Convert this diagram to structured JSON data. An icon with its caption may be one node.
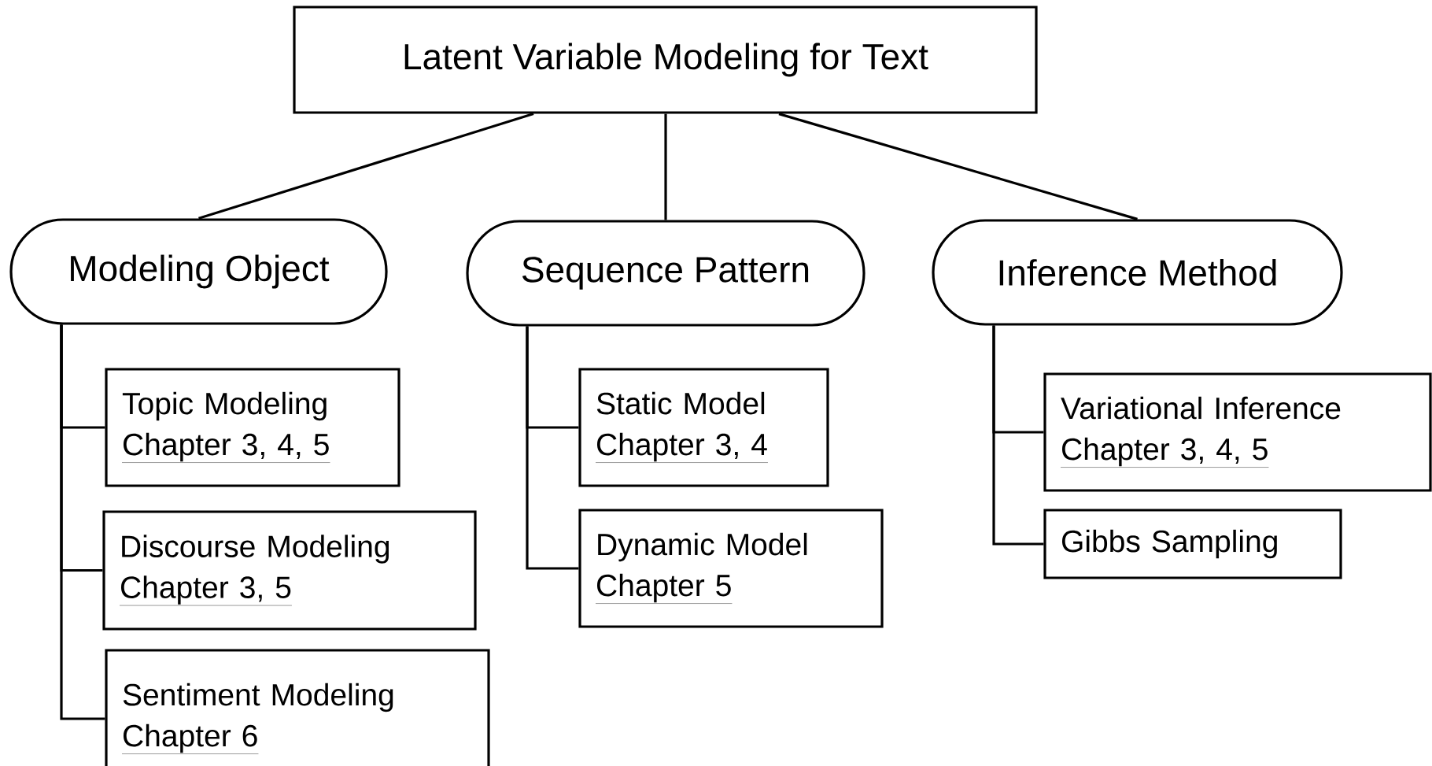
{
  "diagram": {
    "nodes": [
      {
        "text": [
          "Latent Variable Modeling for Text"
        ]
      },
      {
        "text": [
          "Modeling Object"
        ]
      },
      {
        "text": [
          "Sequence Pattern"
        ]
      },
      {
        "text": [
          "Inference Method"
        ]
      },
      {
        "text": [
          "Topic Modeling",
          "Chapter 3, 4, 5"
        ]
      },
      {
        "text": [
          "Discourse Modeling",
          "Chapter 3, 5"
        ]
      },
      {
        "text": [
          "Sentiment Modeling",
          "Chapter 6"
        ]
      },
      {
        "text": [
          "Static Model",
          "Chapter 3, 4"
        ]
      },
      {
        "text": [
          "Dynamic Model",
          "Chapter 5"
        ]
      },
      {
        "text": [
          "Variational Inference",
          "Chapter 3, 4, 5"
        ]
      },
      {
        "text": [
          "Gibbs Sampling"
        ]
      }
    ],
    "edges": [
      {
        "from": 0,
        "to": 1,
        "arrow": "none"
      },
      {
        "from": 0,
        "to": 2,
        "arrow": "none"
      },
      {
        "from": 0,
        "to": 3,
        "arrow": "none"
      },
      {
        "from": 1,
        "to": 4,
        "arrow": "none"
      },
      {
        "from": 1,
        "to": 5,
        "arrow": "none"
      },
      {
        "from": 1,
        "to": 6,
        "arrow": "none"
      },
      {
        "from": 2,
        "to": 7,
        "arrow": "none"
      },
      {
        "from": 2,
        "to": 8,
        "arrow": "none"
      },
      {
        "from": 3,
        "to": 9,
        "arrow": "none"
      },
      {
        "from": 3,
        "to": 10,
        "arrow": "none"
      }
    ]
  }
}
